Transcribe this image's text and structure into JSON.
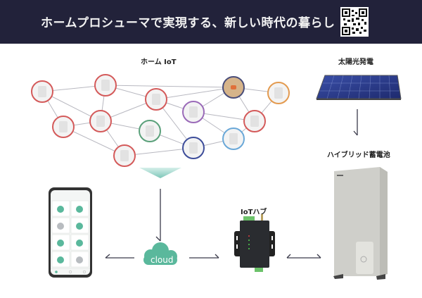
{
  "header": {
    "title": "ホームプロシューマで実現する、新しい時代の暮らし",
    "qr_icon": "qr-code-icon",
    "background": "#22223a"
  },
  "sections": {
    "home_iot": {
      "label": "ホーム IoT"
    },
    "solar": {
      "label": "太陽光発電"
    },
    "battery": {
      "label": "ハイブリッド蓄電池"
    },
    "iot_hub": {
      "label": "IoTハブ"
    },
    "cloud": {
      "label": "cloud",
      "color": "#5ab89c"
    },
    "smartphone": {
      "label": ""
    }
  },
  "iot_devices": [
    {
      "name": "camera",
      "ring": "#d45a5a"
    },
    {
      "name": "curtain",
      "ring": "#d45a5a"
    },
    {
      "name": "motion-sensor",
      "ring": "#d45a5a"
    },
    {
      "name": "floor-heating",
      "ring": "#4a4e7a"
    },
    {
      "name": "panel-heater",
      "ring": "#e39a4f"
    },
    {
      "name": "wall-switch",
      "ring": "#d45a5a"
    },
    {
      "name": "smart-plug",
      "ring": "#d45a5a"
    },
    {
      "name": "door-lock",
      "ring": "#5aa07a"
    },
    {
      "name": "thermostat",
      "ring": "#9a6ab8"
    },
    {
      "name": "remote-panel",
      "ring": "#d45a5a"
    },
    {
      "name": "window-shade",
      "ring": "#6aa8d8"
    },
    {
      "name": "water-heater",
      "ring": "#d45a5a"
    },
    {
      "name": "shutter",
      "ring": "#3d4d9a"
    }
  ],
  "colors": {
    "arrow": "#3a3a4a",
    "funnel": "#8fd0c4",
    "network_line": "#b8b8c0"
  }
}
